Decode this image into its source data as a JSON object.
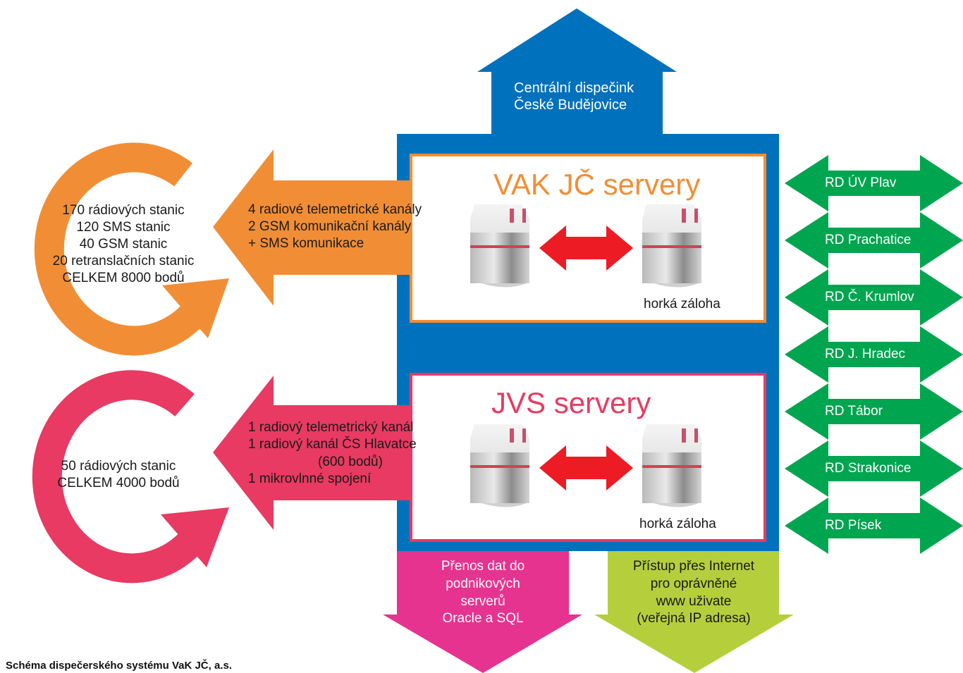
{
  "central": {
    "line1": "Centrální dispečink",
    "line2": "České Budějovice"
  },
  "vak": {
    "title": "VAK JČ servery",
    "backup": "horká záloha",
    "channels": [
      "4 radiové telemetrické kanály",
      "2 GSM komunikační kanály",
      "+ SMS komunikace"
    ],
    "stations": [
      "170 rádiových stanic",
      "120 SMS stanic",
      "40 GSM stanic",
      "20 retranslačních stanic",
      "CELKEM 8000 bodů"
    ]
  },
  "jvs": {
    "title": "JVS servery",
    "backup": "horká záloha",
    "channels": [
      "1 radiový telemetrický kanál",
      "1 radiový kanál ČS Hlavatce",
      "(600 bodů)",
      "1 mikrovlnné spojení"
    ],
    "stations": [
      "50 rádiových stanic",
      "CELKEM 4000 bodů"
    ]
  },
  "regions": [
    "RD ÚV Plav",
    "RD Prachatice",
    "RD Č. Krumlov",
    "RD J. Hradec",
    "RD Tábor",
    "RD Strakonice",
    "RD Písek"
  ],
  "bottom_left": [
    "Přenos dat do",
    "podnikových",
    "serverů",
    "Oracle a SQL"
  ],
  "bottom_right": [
    "Přístup přes Internet",
    "pro oprávněné",
    "www uživate",
    "(veřejná IP adresa)"
  ],
  "caption": "Schéma dispečerského systému VaK JČ, a.s.",
  "colors": {
    "blue": "#0071BC",
    "orange": "#F18E35",
    "red": "#E83A62",
    "green": "#00A550",
    "magenta": "#E6338F",
    "lime": "#B5CF3C",
    "arrow_red": "#ED1C24"
  }
}
